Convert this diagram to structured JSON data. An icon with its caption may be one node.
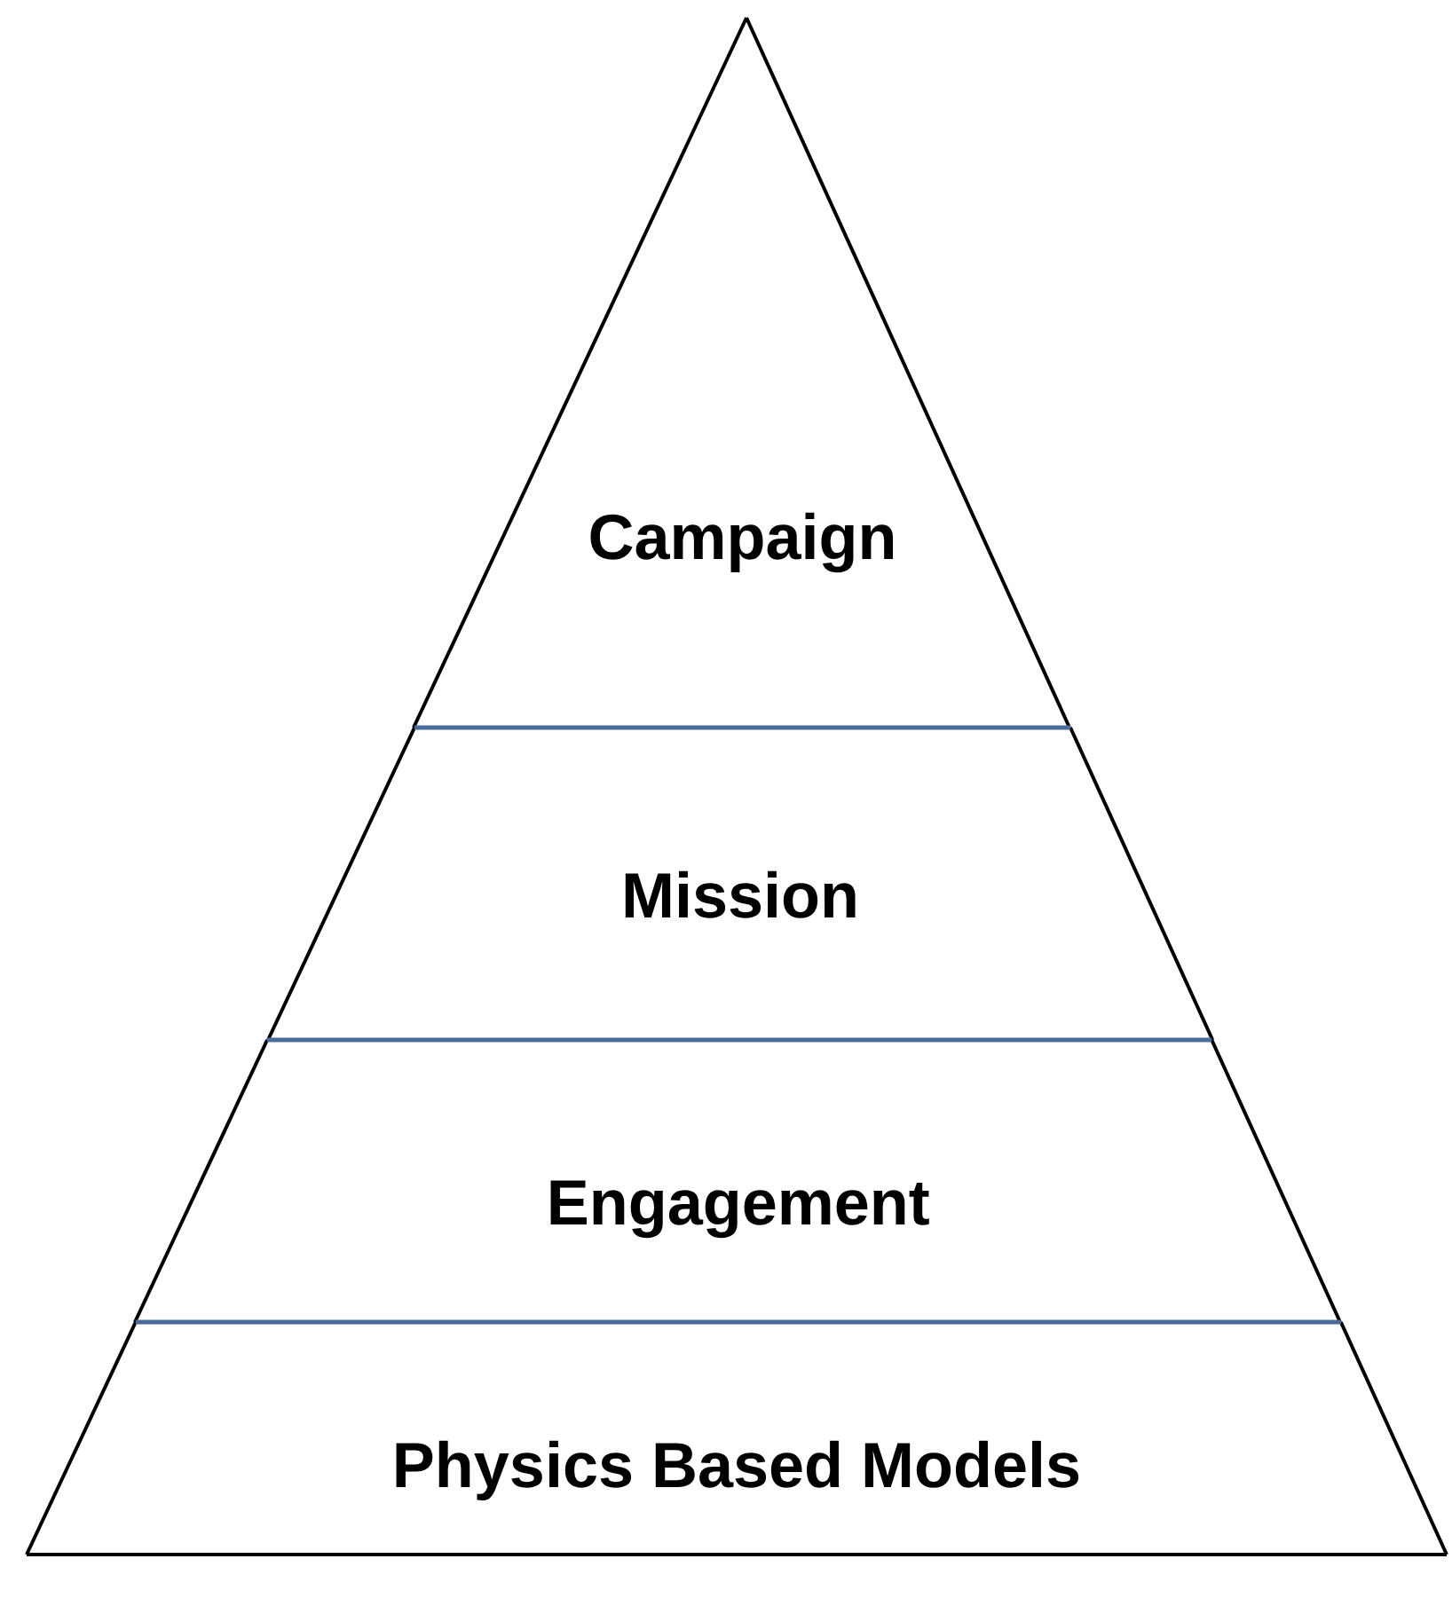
{
  "diagram": {
    "nodes": [
      {
        "text": [
          "Campaign"
        ]
      },
      {
        "text": [
          "Mission"
        ]
      },
      {
        "text": [
          "Engagement"
        ]
      },
      {
        "text": [
          "Physics Based Models"
        ]
      }
    ]
  }
}
